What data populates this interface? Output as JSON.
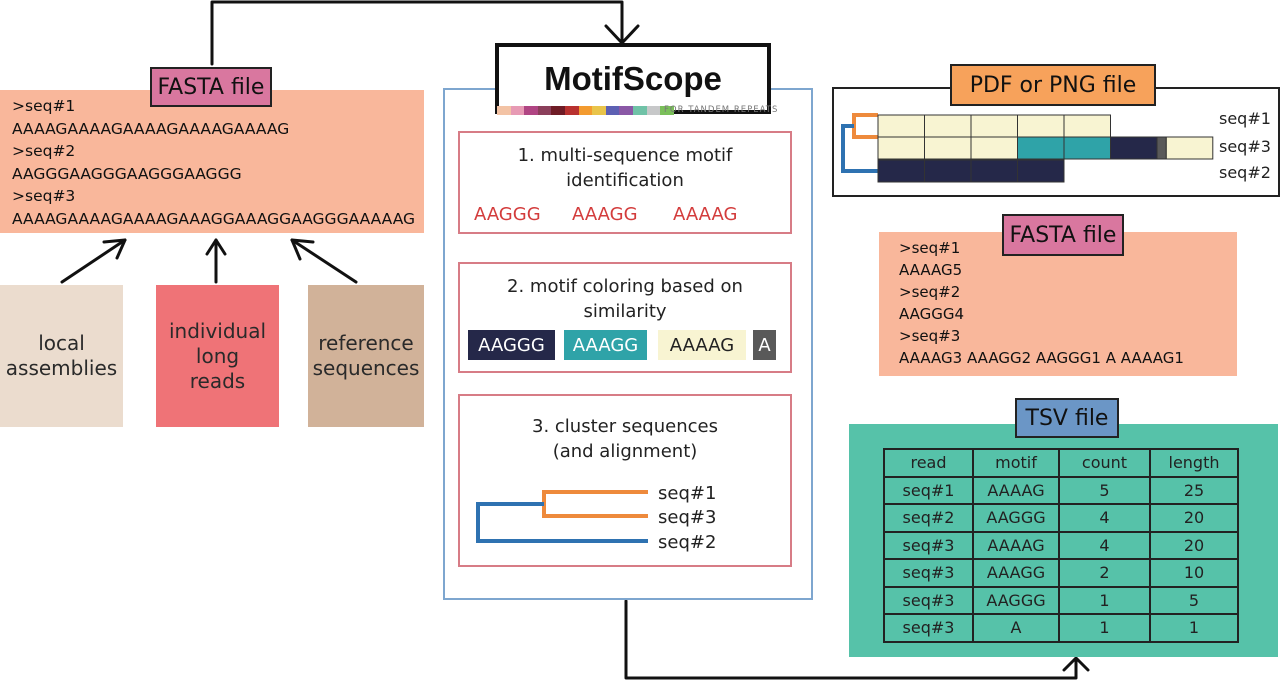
{
  "input_fasta": {
    "tag": "FASTA file",
    "lines": [
      ">seq#1",
      "AAAAGAAAAGAAAAGAAAAGAAAAG",
      ">seq#2",
      "AAGGGAAGGGAAGGGAAGGG",
      ">seq#3",
      "AAAAGAAAAGAAAAGAAAGGAAAGGAAGGGAAAAAG"
    ]
  },
  "sources": [
    {
      "label_lines": [
        "local",
        "assemblies"
      ],
      "color": "#ebdcce"
    },
    {
      "label_lines": [
        "individual",
        "long",
        "reads"
      ],
      "color": "#ef7377"
    },
    {
      "label_lines": [
        "reference",
        "sequences"
      ],
      "color": "#d1b299"
    }
  ],
  "tool": {
    "name": "MotifScope",
    "tagline": "FOR TANDEM REPEATS",
    "strip_colors": [
      "#f3c3a5",
      "#e79ab4",
      "#b04583",
      "#8b3f5b",
      "#6f1c26",
      "#b8312f",
      "#f39b2f",
      "#e9c44a",
      "#5d60b3",
      "#8a58a6",
      "#70c2a7",
      "#c7c8c9",
      "#7abf5a"
    ]
  },
  "steps": [
    {
      "title_lines": [
        "1. multi-sequence motif",
        "identification"
      ],
      "motifs": [
        "AAGGG",
        "AAAGG",
        "AAAAG"
      ]
    },
    {
      "title_lines": [
        "2. motif coloring based on",
        "similarity"
      ],
      "chips": [
        {
          "label": "AAGGG",
          "bg": "#252849",
          "fg": "#ffffff"
        },
        {
          "label": "AAAGG",
          "bg": "#2fa3a8",
          "fg": "#ffffff"
        },
        {
          "label": "AAAAG",
          "bg": "#f8f4d2",
          "fg": "#222222"
        },
        {
          "label": "A",
          "bg": "#595959",
          "fg": "#ffffff"
        }
      ]
    },
    {
      "title_lines": [
        "3. cluster sequences",
        "(and alignment)"
      ],
      "leaves": [
        "seq#1",
        "seq#3",
        "seq#2"
      ]
    }
  ],
  "colors": {
    "orange_branch": "#ee8a3c",
    "blue_branch": "#2e72b1"
  },
  "image_output": {
    "tag": "PDF or PNG file",
    "rows": [
      {
        "label": "seq#1",
        "blocks": [
          "AAAAG",
          "AAAAG",
          "AAAAG",
          "AAAAG",
          "AAAAG"
        ]
      },
      {
        "label": "seq#3",
        "blocks": [
          "AAAAG",
          "AAAAG",
          "AAAAG",
          "AAAGG",
          "AAAGG",
          "AAGGG",
          "A",
          "AAAAG"
        ]
      },
      {
        "label": "seq#2",
        "blocks": [
          "AAGGG",
          "AAGGG",
          "AAGGG",
          "AAGGG"
        ]
      }
    ]
  },
  "output_fasta": {
    "tag": "FASTA file",
    "lines": [
      ">seq#1",
      "AAAAG5",
      ">seq#2",
      "AAGGG4",
      ">seq#3",
      "AAAAG3 AAAGG2 AAGGG1 A AAAAG1"
    ]
  },
  "tsv": {
    "tag": "TSV file",
    "headers": [
      "read",
      "motif",
      "count",
      "length"
    ],
    "rows": [
      [
        "seq#1",
        "AAAAG",
        "5",
        "25"
      ],
      [
        "seq#2",
        "AAGGG",
        "4",
        "20"
      ],
      [
        "seq#3",
        "AAAAG",
        "4",
        "20"
      ],
      [
        "seq#3",
        "AAAGG",
        "2",
        "10"
      ],
      [
        "seq#3",
        "AAGGG",
        "1",
        "5"
      ],
      [
        "seq#3",
        "A",
        "1",
        "1"
      ]
    ]
  }
}
